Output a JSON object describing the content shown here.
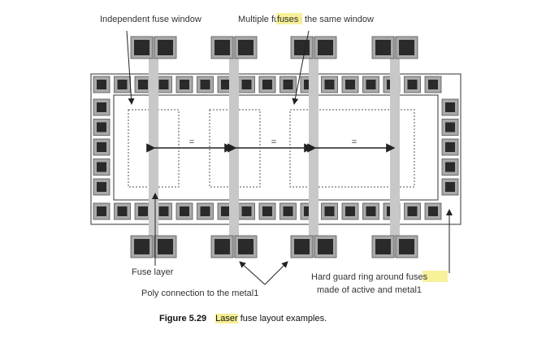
{
  "labels": {
    "independent_window": "Independent fuse window",
    "multiple_prefix": "Multiple ",
    "multiple_highlight": "fuses",
    "multiple_suffix": " in the same window",
    "fuse_layer": "Fuse layer",
    "poly_connection": "Poly connection to the metal1",
    "guard_line1_prefix": "Hard guard ring around ",
    "guard_line1_highlight": "fuses",
    "guard_line2": "made of active and metal1",
    "equal_mark": "="
  },
  "caption": {
    "number": "Figure 5.29",
    "highlight": "Laser",
    "rest": " fuse layout examples."
  },
  "colors": {
    "highlight": "#f6ef8f",
    "fuse_stripe": "#c8c8c8",
    "pad_fill": "#a9a9a9",
    "contact": "#2a2a2a",
    "guard_line": "#444444"
  }
}
